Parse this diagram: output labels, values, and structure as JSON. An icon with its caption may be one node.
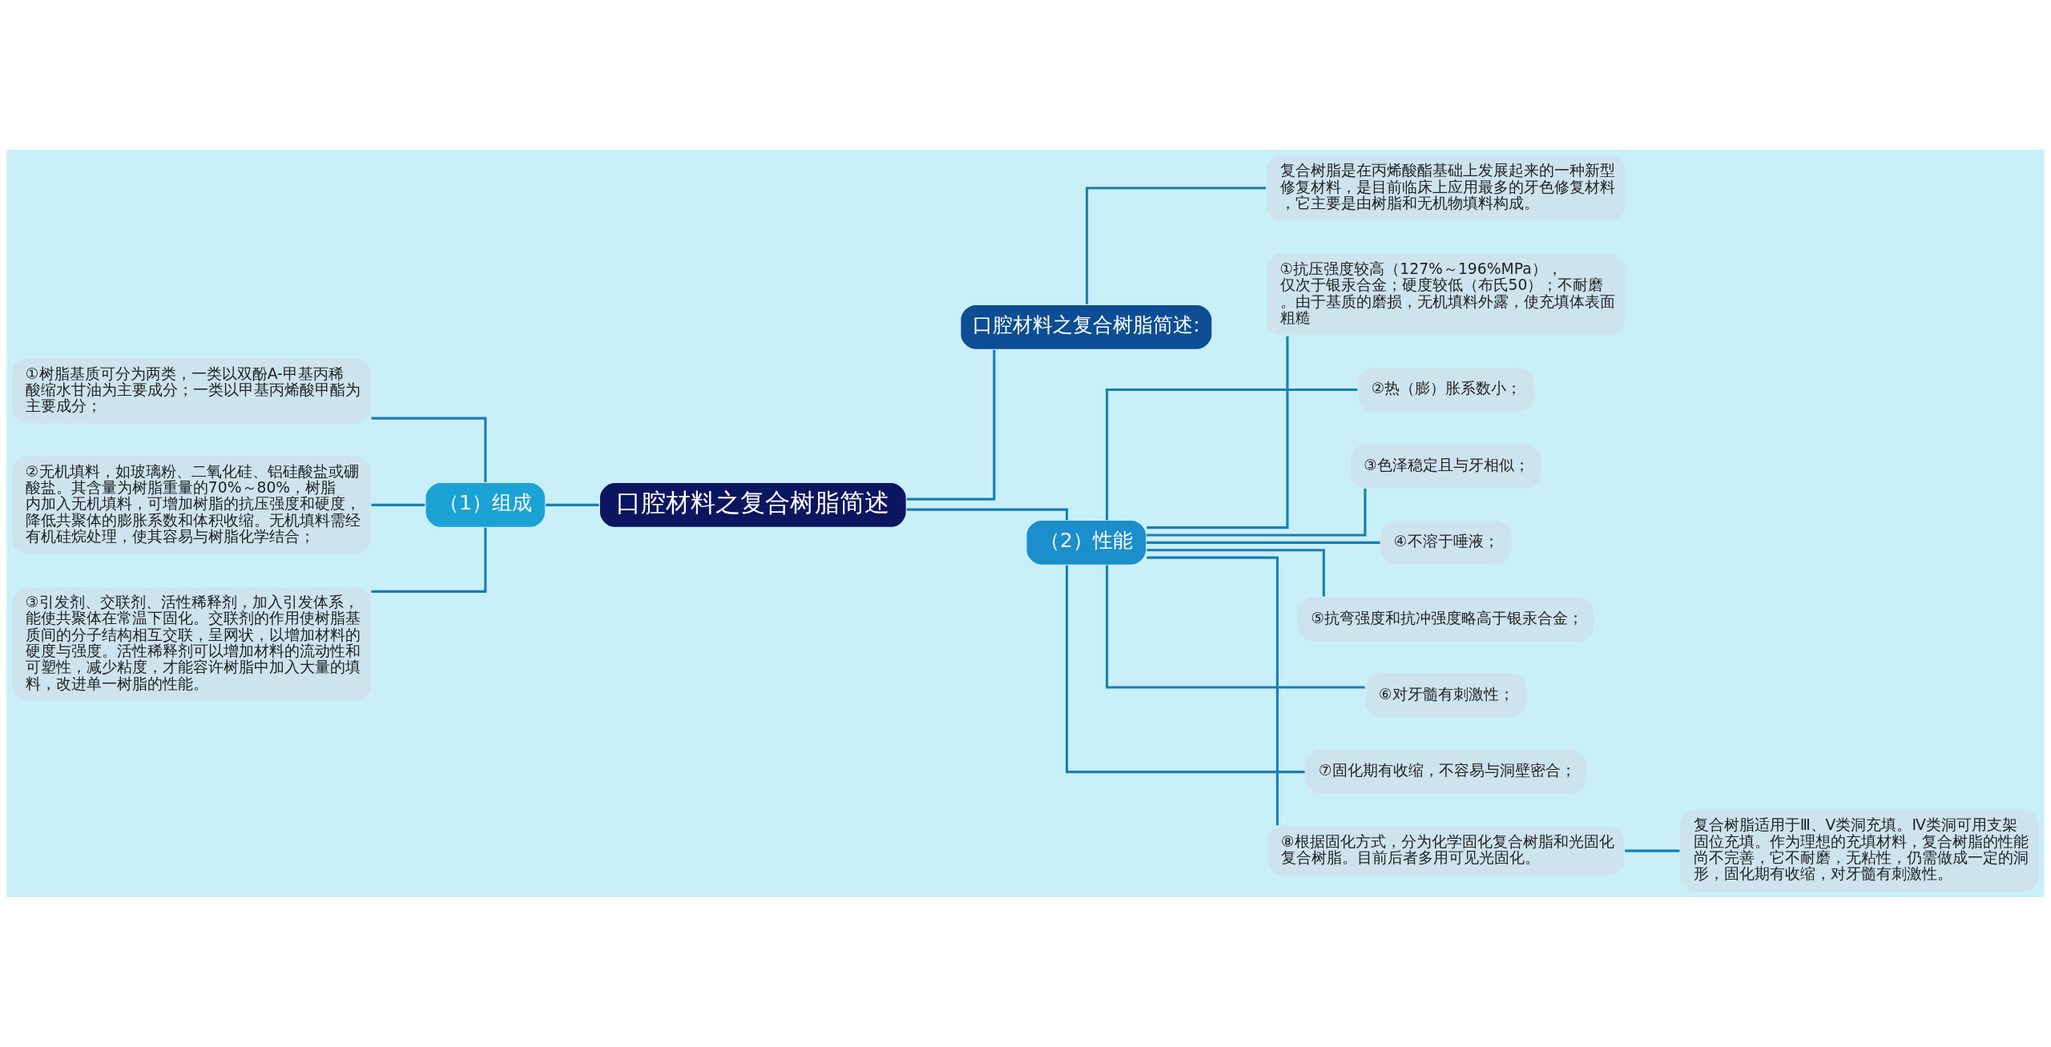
{
  "diagram": {
    "nodes": [
      {
        "text": [
          "口腔材料之复合树脂简述"
        ]
      },
      {
        "text": [
          "（1）组成"
        ]
      },
      {
        "text": [
          "①树脂基质可分为两类，一类以双酚A-甲基丙稀酸缩水甘油为主要成分；一类以甲基丙烯酸甲酯为主要成分；"
        ]
      },
      {
        "text": [
          "②无机填料，如玻璃粉、二氧化硅、铝硅酸盐或硼酸盐。其含量为树脂重量的70%～80%，树脂内加入无机填料，可增加树脂的抗压强度和硬度，降低共聚体的膨胀系数和体积收缩。无机填料需经有机硅烷处理，使其容易与树脂化学结合；"
        ]
      },
      {
        "text": [
          "③引发剂、交联剂、活性稀释剂，加入引发体系，能使共聚体在常温下固化。交联剂的作用使树脂基质间的分子结构相互交联，呈网状，以增加材料的硬度与强度。活性稀释剂可以增加材料的流动性和可塑性，减少粘度，才能容许树脂中加入大量的填料，改进单一树脂的性能。"
        ]
      },
      {
        "text": [
          "口腔材料之复合树脂简述:"
        ]
      },
      {
        "text": [
          "复合树脂是在丙烯酸酯基础上发展起来的一种新型修复材料，是目前临床上应用最多的牙色修复材料，它主要是由树脂和无机物填料构成。"
        ]
      },
      {
        "text": [
          "（2）性能"
        ]
      },
      {
        "text": [
          "①抗压强度较高（127%～196%MPa），仅次于银汞合金；硬度较低（布氏50）；不耐磨。由于基质的磨损，无机填料外露，使充填体表面粗糙"
        ]
      },
      {
        "text": [
          "②热（膨）胀系数小；"
        ]
      },
      {
        "text": [
          "③色泽稳定且与牙相似；"
        ]
      },
      {
        "text": [
          "④不溶于唾液；"
        ]
      },
      {
        "text": [
          "⑤抗弯强度和抗冲强度略高于银汞合金；"
        ]
      },
      {
        "text": [
          "⑥对牙髓有刺激性；"
        ]
      },
      {
        "text": [
          "⑦固化期有收缩，不容易与洞壁密合；"
        ]
      },
      {
        "text": [
          "⑧根据固化方式，分为化学固化复合树脂和光固化复合树脂。目前后者多用可见光固化。"
        ]
      },
      {
        "text": [
          "复合树脂适用于Ⅲ、Ⅴ类洞充填。Ⅳ类洞可用支架固位充填。作为理想的充填材料，复合树脂的性能尚不完善，它不耐磨，无粘性，仍需做成一定的洞形，固化期有收缩，对牙髓有刺激性。"
        ]
      }
    ],
    "edges": [
      {
        "from": 0,
        "to": 1,
        "arrow": "none"
      },
      {
        "from": 1,
        "to": 2,
        "arrow": "none"
      },
      {
        "from": 1,
        "to": 3,
        "arrow": "none"
      },
      {
        "from": 1,
        "to": 4,
        "arrow": "none"
      },
      {
        "from": 0,
        "to": 5,
        "arrow": "none"
      },
      {
        "from": 5,
        "to": 6,
        "arrow": "none"
      },
      {
        "from": 0,
        "to": 7,
        "arrow": "none"
      },
      {
        "from": 7,
        "to": 8,
        "arrow": "none"
      },
      {
        "from": 7,
        "to": 9,
        "arrow": "none"
      },
      {
        "from": 7,
        "to": 10,
        "arrow": "none"
      },
      {
        "from": 7,
        "to": 11,
        "arrow": "none"
      },
      {
        "from": 7,
        "to": 12,
        "arrow": "none"
      },
      {
        "from": 7,
        "to": 13,
        "arrow": "none"
      },
      {
        "from": 7,
        "to": 14,
        "arrow": "none"
      },
      {
        "from": 7,
        "to": 15,
        "arrow": "none"
      },
      {
        "from": 15,
        "to": 16,
        "arrow": "none"
      }
    ]
  }
}
